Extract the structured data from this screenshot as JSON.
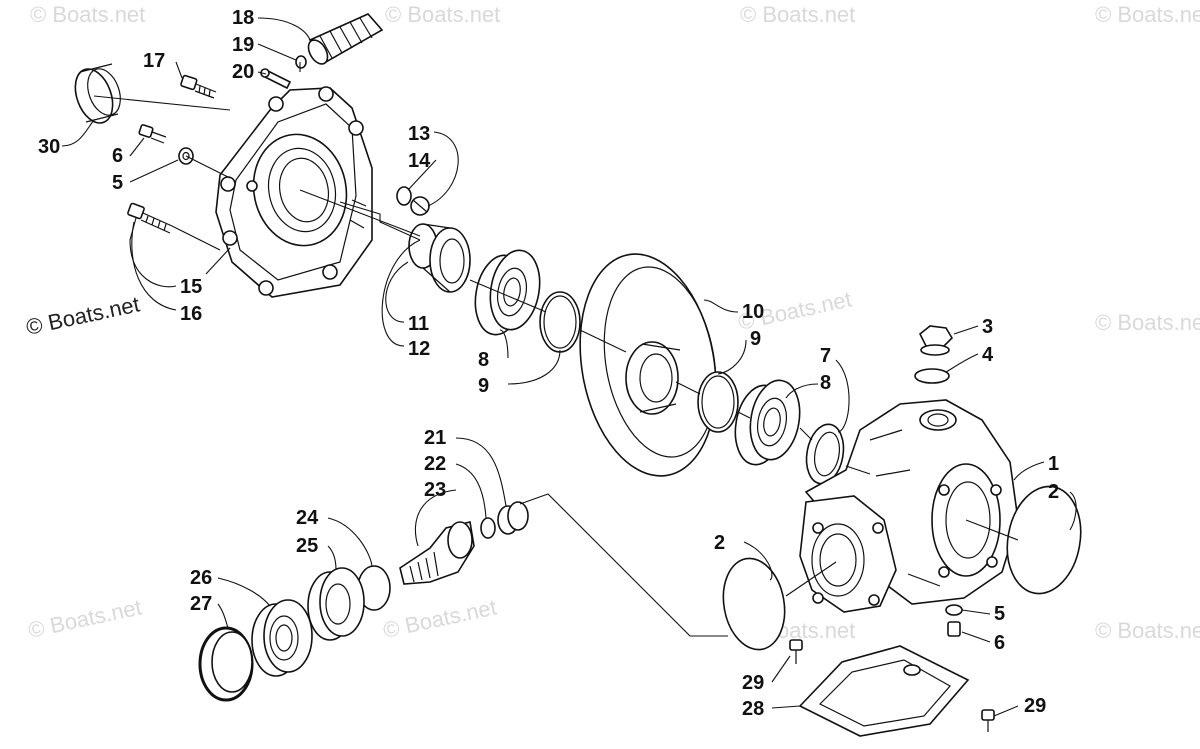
{
  "watermark": {
    "text": "© Boats.net",
    "color": "#d9d9d9"
  },
  "brand_mark": {
    "text": "© Boats.net"
  },
  "callouts": {
    "c1": "1",
    "c2a": "2",
    "c2b": "2",
    "c3": "3",
    "c4": "4",
    "c5a": "5",
    "c5b": "5",
    "c6a": "6",
    "c6b": "6",
    "c7": "7",
    "c8a": "8",
    "c8b": "8",
    "c9a": "9",
    "c9b": "9",
    "c10": "10",
    "c11": "11",
    "c12": "12",
    "c13": "13",
    "c14": "14",
    "c15": "15",
    "c16": "16",
    "c17": "17",
    "c18": "18",
    "c19": "19",
    "c20": "20",
    "c21": "21",
    "c22": "22",
    "c23": "23",
    "c24": "24",
    "c25": "25",
    "c26": "26",
    "c27": "27",
    "c28": "28",
    "c29a": "29",
    "c29b": "29",
    "c30": "30"
  }
}
